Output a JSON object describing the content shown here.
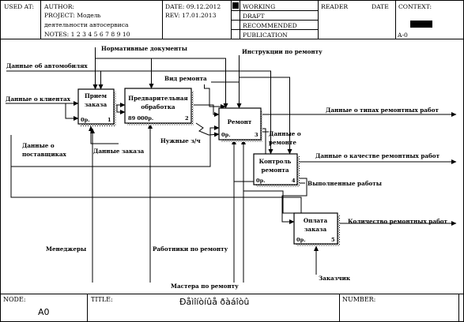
{
  "header": {
    "used_at": "USED AT:",
    "author": "AUTHOR:",
    "project": "PROJECT: Модель",
    "project_cont": "деятельности автосервиса",
    "notes": "NOTES: 1 2 3 4 5 6 7 8 9 10",
    "date": "DATE: 09.12.2012",
    "rev": "REV: 17.01.2013",
    "working": "WORKING",
    "draft": "DRAFT",
    "recommended": "RECOMMENDED",
    "publication": "PUBLICATION",
    "reader": "READER",
    "date2": "DATE",
    "context": "CONTEXT:",
    "node_ref": "A-0"
  },
  "boxes": [
    {
      "title1": "Прием",
      "title2": "заказа",
      "cost": "0р.",
      "num": "1"
    },
    {
      "title1": "Предварительная",
      "title2": "обработка",
      "cost": "89 000р.",
      "num": "2"
    },
    {
      "title1": "Ремонт",
      "title2": "",
      "cost": "0р.",
      "num": "3"
    },
    {
      "title1": "Контроль",
      "title2": "ремонта",
      "cost": "0р.",
      "num": "4"
    },
    {
      "title1": "Оплата",
      "title2": "заказа",
      "cost": "0р.",
      "num": "5"
    }
  ],
  "arrows": {
    "normative": "Нормативные документы",
    "auto_data": "Данные об автомобилях",
    "instructions": "Инструкции по ремонту",
    "repair_type": "Вид ремонта",
    "client_data": "Данные о клиентах",
    "types_out": "Данные о типах ремонтных работ",
    "supplier_data1": "Данные о",
    "supplier_data2": "поставщиках",
    "order_data": "Данные заказа",
    "parts": "Нужные з/ч",
    "repair_data1": "Данные о",
    "repair_data2": "ремонте",
    "quality_out": "Данные о качестве ремонтных работ",
    "done_work": "Выполненные работы",
    "count_out": "Количество ремонтных работ",
    "managers": "Менеджеры",
    "workers": "Работники по ремонту",
    "masters": "Мастера по ремонту",
    "customer": "Заказчик"
  },
  "footer": {
    "node_label": "NODE:",
    "node_value": "A0",
    "title_label": "TITLE:",
    "title_value": "Ðåìîíòíûå ðàáîòû",
    "number_label": "NUMBER:"
  }
}
